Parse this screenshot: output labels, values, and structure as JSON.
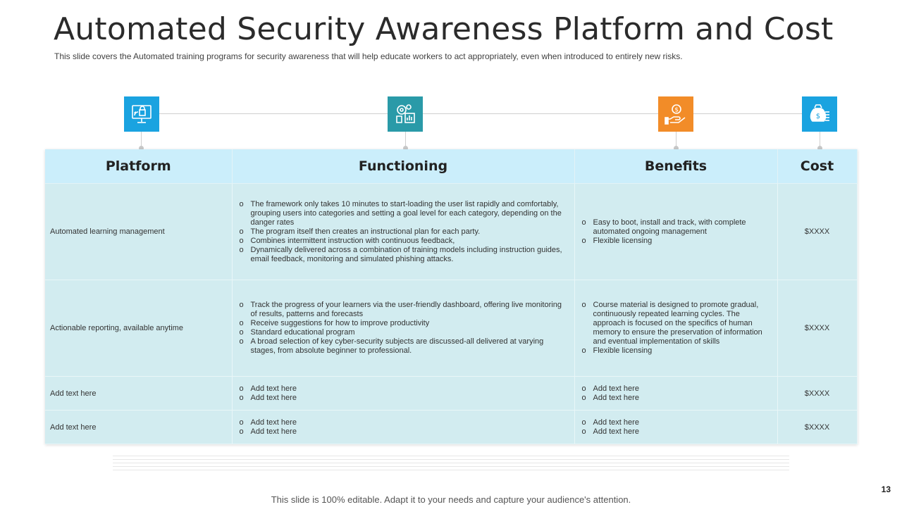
{
  "slide": {
    "title": "Automated Security Awareness Platform and Cost",
    "subtitle": "This slide covers the Automated training programs for security awareness that will help educate workers to act appropriately,  even  when introduced  to entirely new risks.",
    "footer": "This slide is 100% editable. Adapt it to your needs and capture your audience's attention.",
    "page_number": "13"
  },
  "icons": [
    {
      "name": "computer-monitor-icon",
      "color": "#1aa3e0"
    },
    {
      "name": "settings-chart-icon",
      "color": "#2a9aa8"
    },
    {
      "name": "hand-coin-icon",
      "color": "#f28c28"
    },
    {
      "name": "money-bag-icon",
      "color": "#1aa3e0"
    }
  ],
  "table": {
    "headers": [
      "Platform",
      "Functioning",
      "Benefits",
      "Cost"
    ],
    "rows": [
      {
        "platform": "Automated learning management",
        "functioning": [
          "The framework only takes 10 minutes to start-loading the user list rapidly and comfortably, grouping users into categories and setting a goal level for each category, depending on the danger rates",
          "The program itself then creates an instructional plan for each party.",
          "Combines intermittent instruction with continuous feedback,",
          "Dynamically delivered across a combination of training models including instruction guides, email feedback, monitoring and simulated phishing attacks."
        ],
        "benefits": [
          "Easy to boot, install and track, with complete automated ongoing management",
          "Flexible licensing"
        ],
        "cost": "$XXXX"
      },
      {
        "platform": "Actionable reporting, available anytime",
        "functioning": [
          "Track the progress of your learners via the user-friendly dashboard, offering live monitoring of results, patterns and forecasts",
          "Receive suggestions for how to improve productivity",
          "Standard educational program",
          "A broad selection of key cyber-security subjects are discussed-all delivered at varying stages, from absolute beginner to professional."
        ],
        "benefits": [
          "Course material is designed to promote gradual, continuously repeated learning cycles. The approach is focused on the specifics of human memory to ensure the preservation of information and eventual implementation  of skills",
          "Flexible licensing"
        ],
        "cost": "$XXXX"
      },
      {
        "platform": "Add text here",
        "functioning": [
          "Add text here",
          "Add text here"
        ],
        "benefits": [
          "Add text here",
          "Add text here"
        ],
        "cost": "$XXXX"
      },
      {
        "platform": "Add text here",
        "functioning": [
          "Add text here",
          "Add text here"
        ],
        "benefits": [
          "Add text here",
          "Add text here"
        ],
        "cost": "$XXXX"
      }
    ]
  }
}
